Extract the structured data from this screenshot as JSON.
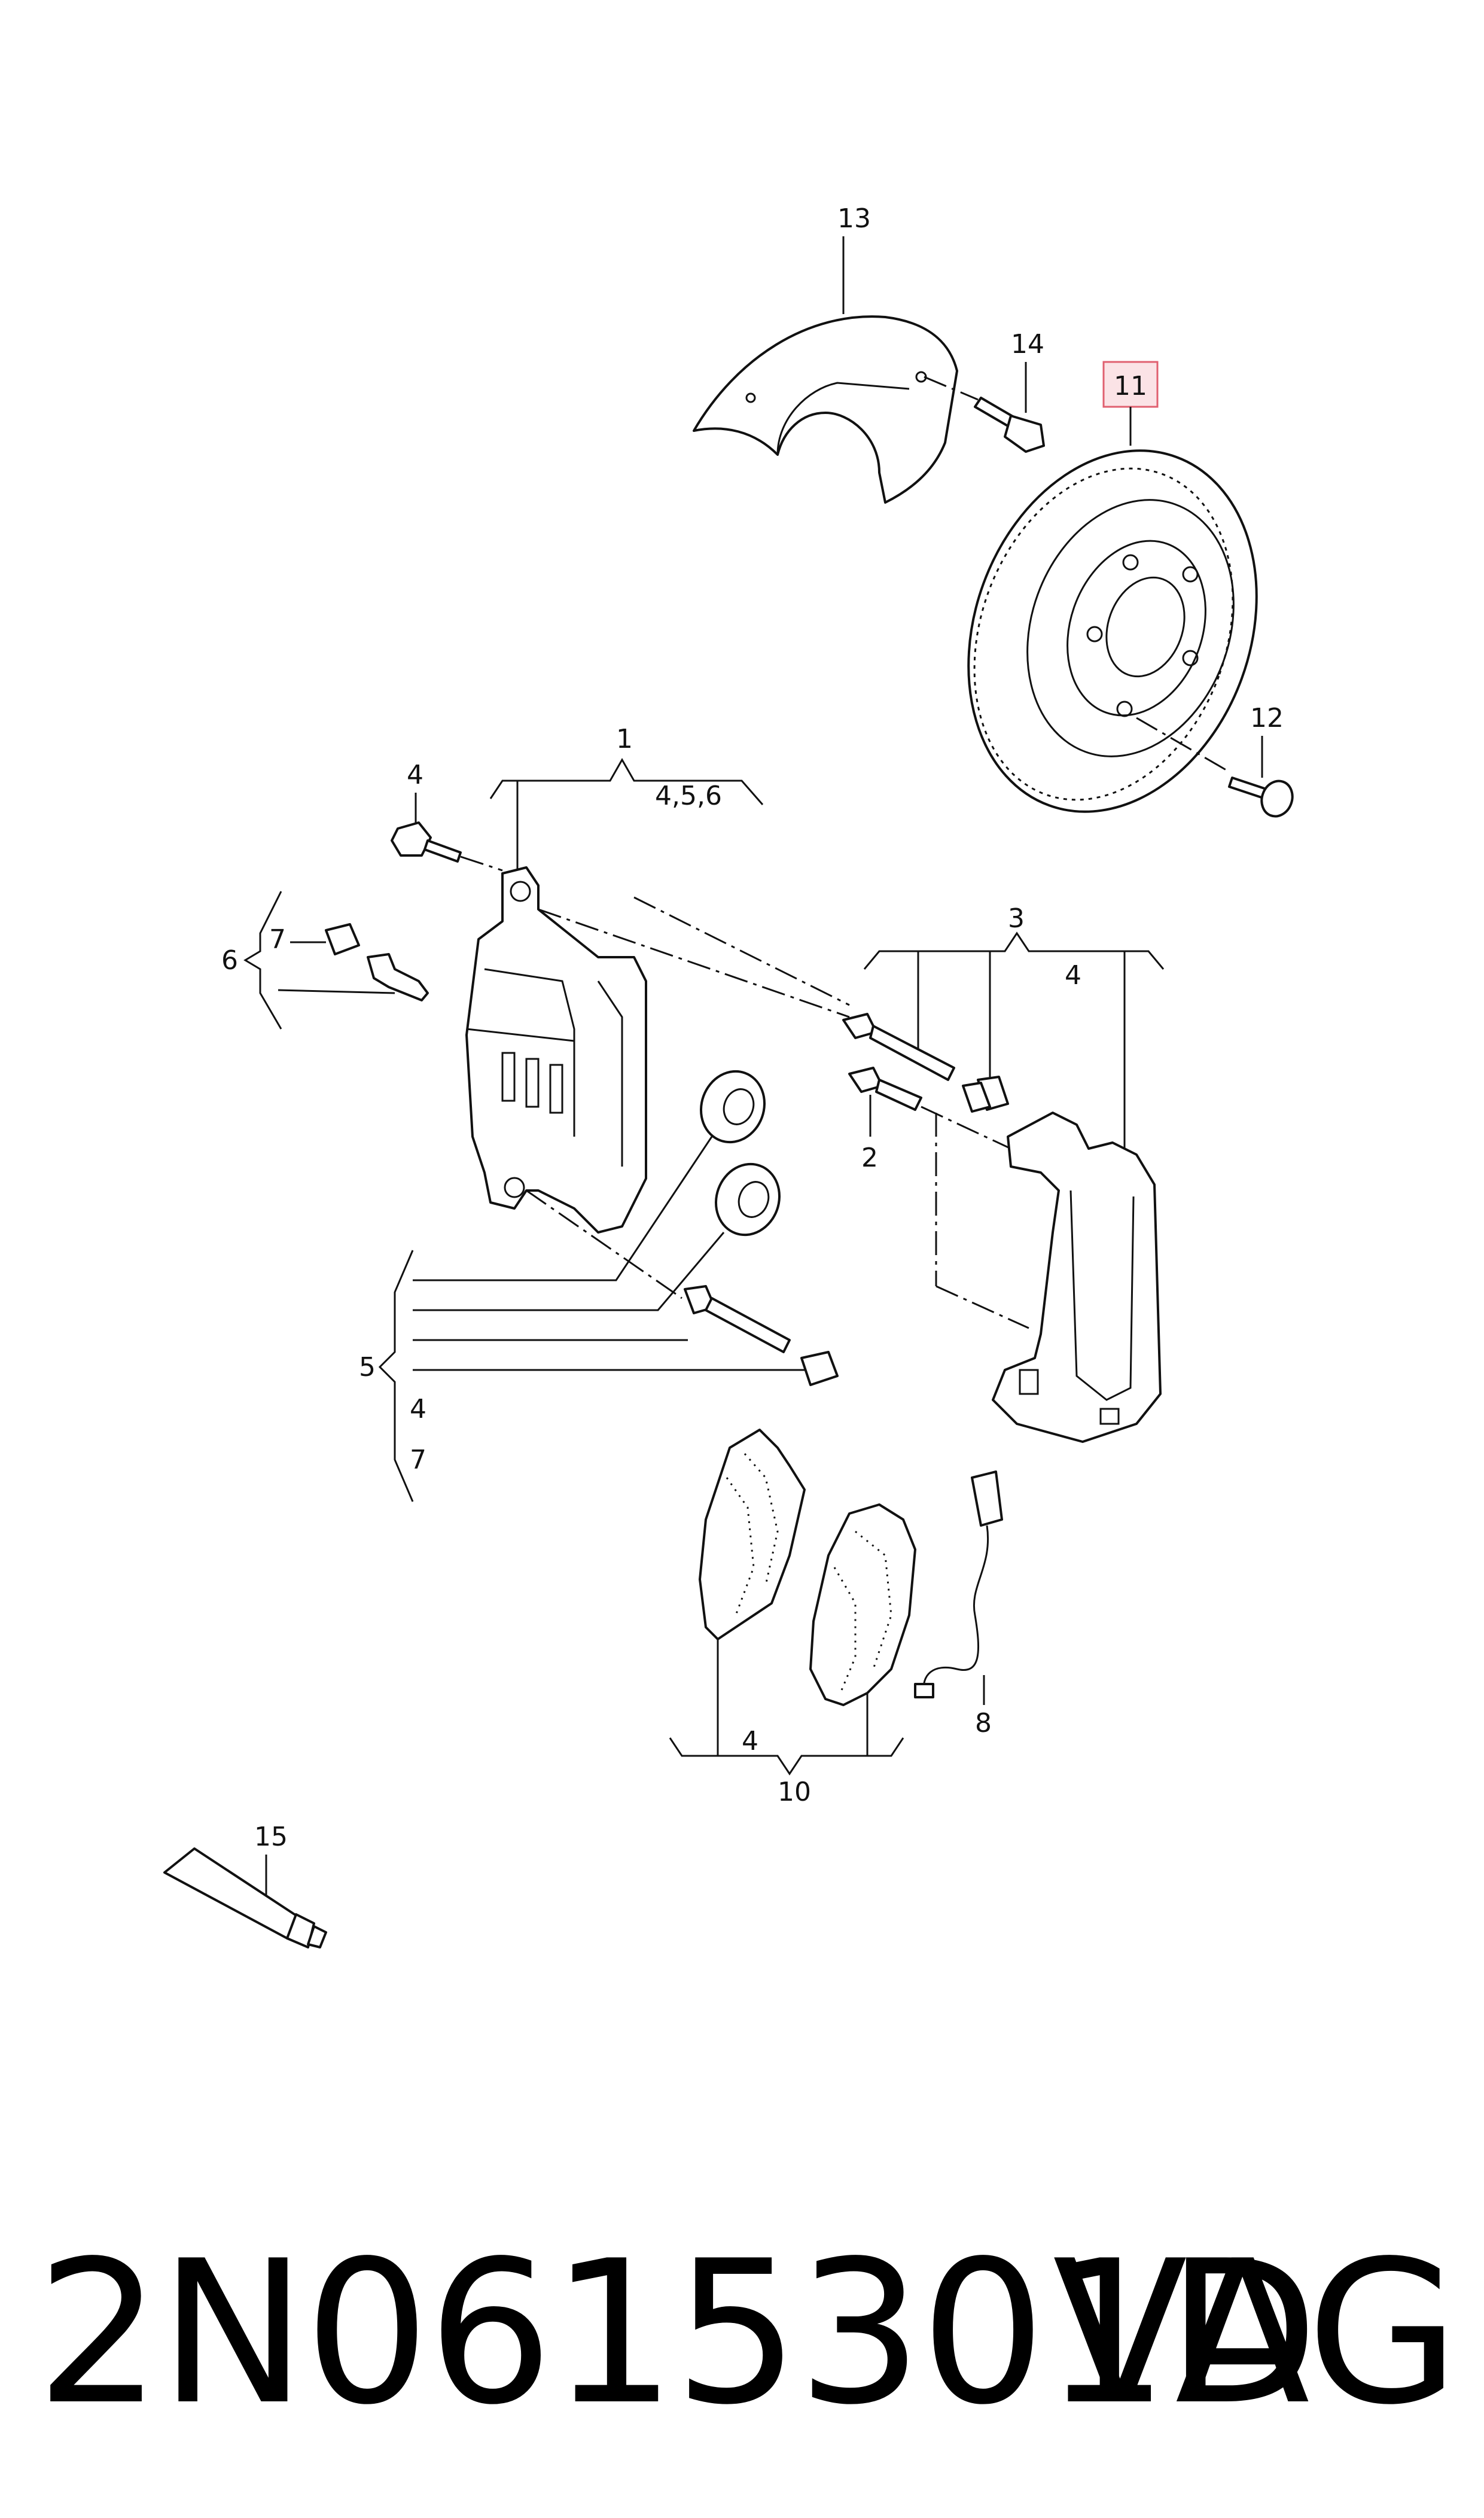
{
  "callouts": {
    "c1": "1",
    "c1_sub": "4,5,6",
    "c2": "2",
    "c3": "3",
    "c3_sub": "4",
    "c4_bolt": "4",
    "c5": "5",
    "c5_sub_a": "4",
    "c5_sub_b": "7",
    "c6": "6",
    "c7": "7",
    "c8": "8",
    "c10": "10",
    "c10_sub": "4",
    "c11": "11",
    "c12": "12",
    "c13": "13",
    "c14": "14",
    "c15": "15"
  },
  "highlight_color": "#e06070",
  "footer": {
    "part_number": "2N0615301D",
    "brand": "VAG"
  }
}
